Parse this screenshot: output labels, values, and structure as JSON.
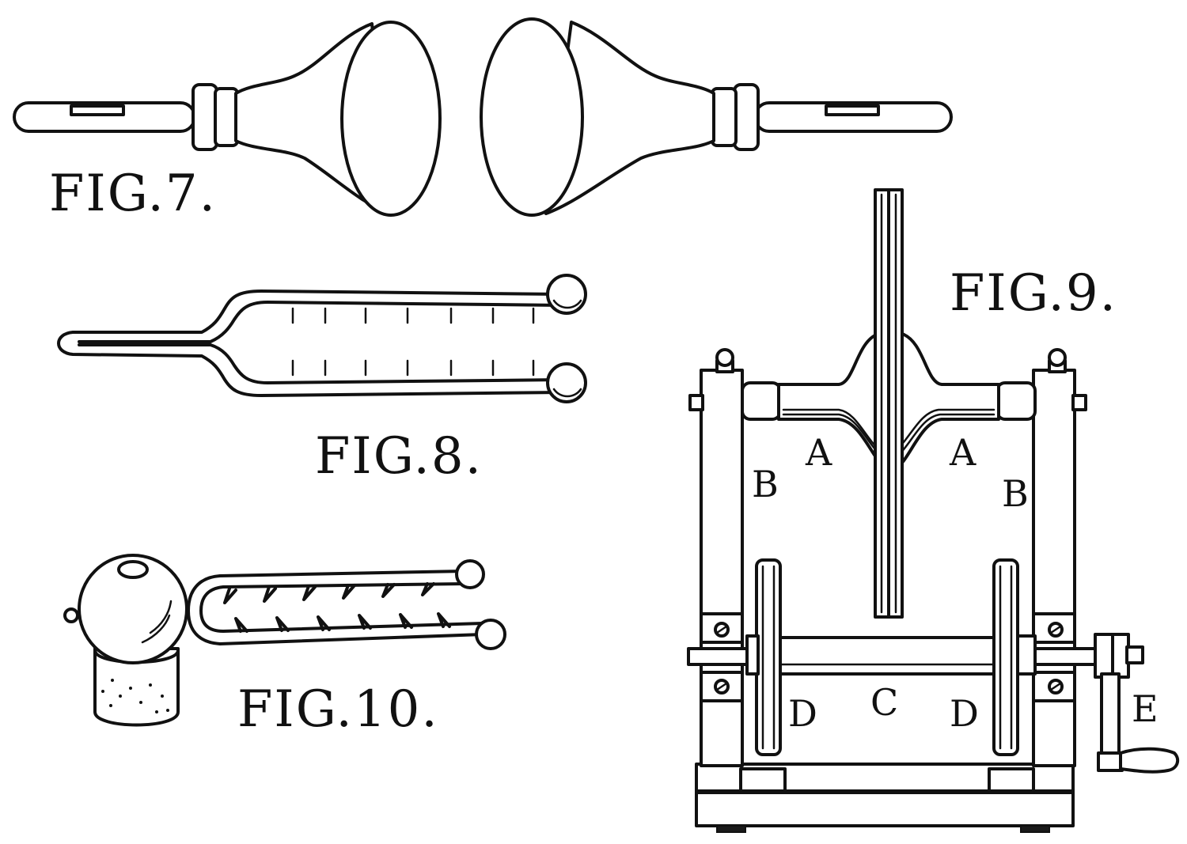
{
  "figures": {
    "fig7": {
      "caption": "FIG.7."
    },
    "fig8": {
      "caption": "FIG.8."
    },
    "fig9": {
      "caption": "FIG.9.",
      "labels": {
        "a_left": "A",
        "a_right": "A",
        "b_left": "B",
        "b_right": "B",
        "c": "C",
        "d_left": "D",
        "d_right": "D",
        "e": "E"
      }
    },
    "fig10": {
      "caption": "FIG.10."
    }
  }
}
